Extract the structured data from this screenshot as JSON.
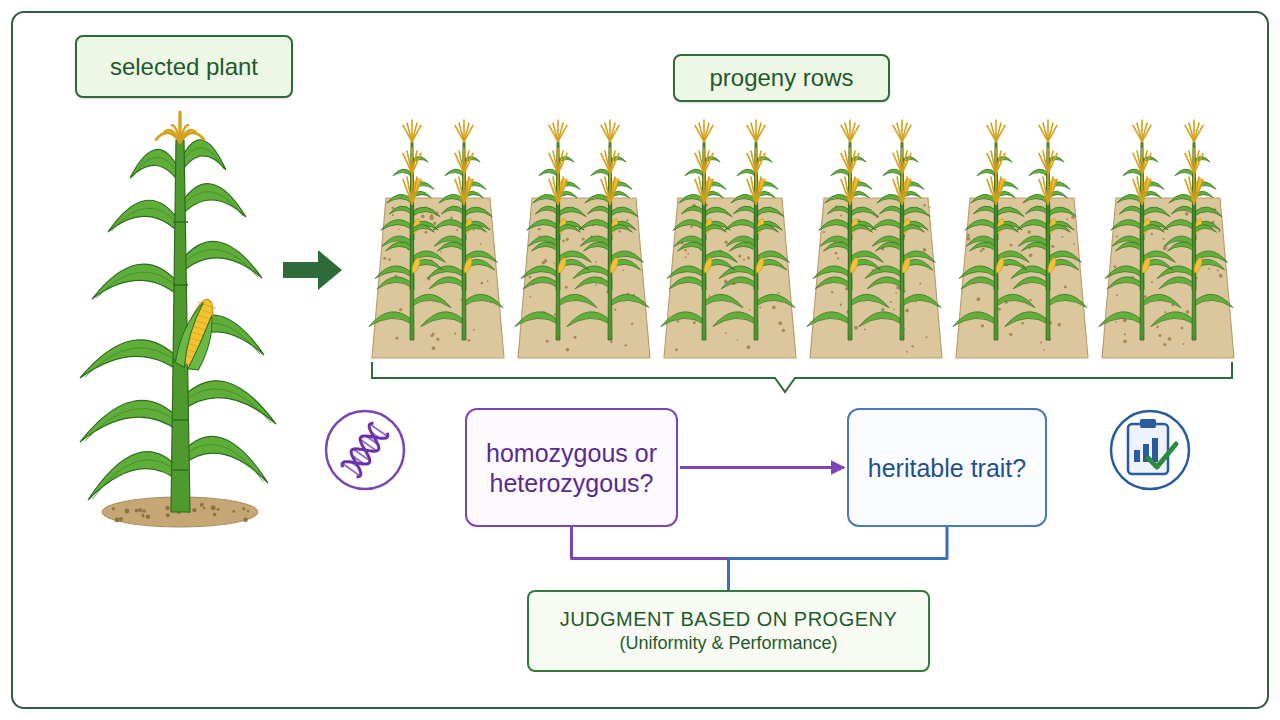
{
  "diagram": {
    "nodes": [
      {
        "text": [
          "selected plant"
        ]
      },
      {
        "text": [
          "progeny rows"
        ]
      },
      {
        "text": [
          "homozygous or heterozygous?"
        ]
      },
      {
        "text": [
          "heritable trait?"
        ]
      },
      {
        "text": [
          "JUDGMENT BASED ON PROGENY",
          "(Uniformity & Performance)"
        ]
      }
    ],
    "edges": [
      {
        "from": 2,
        "to": 3,
        "arrow": "to"
      },
      {
        "from": 2,
        "to": 4,
        "arrow": "none"
      },
      {
        "from": 3,
        "to": 4,
        "arrow": "none"
      }
    ]
  }
}
